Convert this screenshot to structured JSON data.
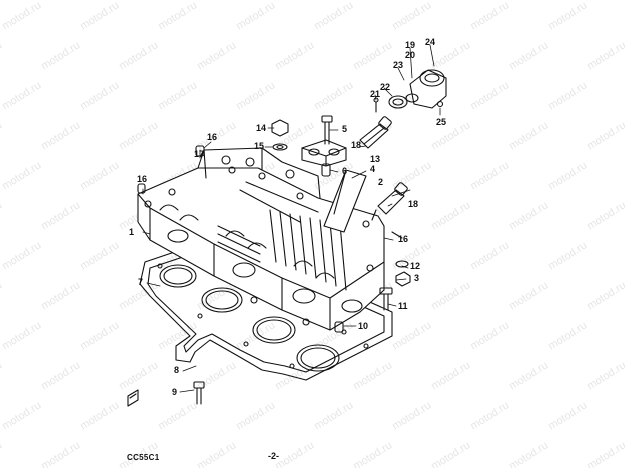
{
  "watermark": {
    "text": "motod.ru"
  },
  "figure": {
    "code": "CC55C1",
    "page_number": "-2-"
  },
  "callouts": [
    {
      "id": "c1",
      "text": "1"
    },
    {
      "id": "c2",
      "text": "2"
    },
    {
      "id": "c3",
      "text": "3"
    },
    {
      "id": "c4",
      "text": "4"
    },
    {
      "id": "c5",
      "text": "5"
    },
    {
      "id": "c6",
      "text": "6"
    },
    {
      "id": "c7",
      "text": "7"
    },
    {
      "id": "c8",
      "text": "8"
    },
    {
      "id": "c9",
      "text": "9"
    },
    {
      "id": "c10",
      "text": "10"
    },
    {
      "id": "c11",
      "text": "11"
    },
    {
      "id": "c12",
      "text": "12"
    },
    {
      "id": "c13",
      "text": "13"
    },
    {
      "id": "c14",
      "text": "14"
    },
    {
      "id": "c15",
      "text": "15"
    },
    {
      "id": "c16a",
      "text": "16"
    },
    {
      "id": "c16b",
      "text": "16"
    },
    {
      "id": "c16c",
      "text": "16"
    },
    {
      "id": "c17",
      "text": "17"
    },
    {
      "id": "c18a",
      "text": "18"
    },
    {
      "id": "c18b",
      "text": "18"
    },
    {
      "id": "c19",
      "text": "19"
    },
    {
      "id": "c20",
      "text": "20"
    },
    {
      "id": "c21",
      "text": "21"
    },
    {
      "id": "c22",
      "text": "22"
    },
    {
      "id": "c23",
      "text": "23"
    },
    {
      "id": "c24",
      "text": "24"
    },
    {
      "id": "c25",
      "text": "25"
    }
  ]
}
